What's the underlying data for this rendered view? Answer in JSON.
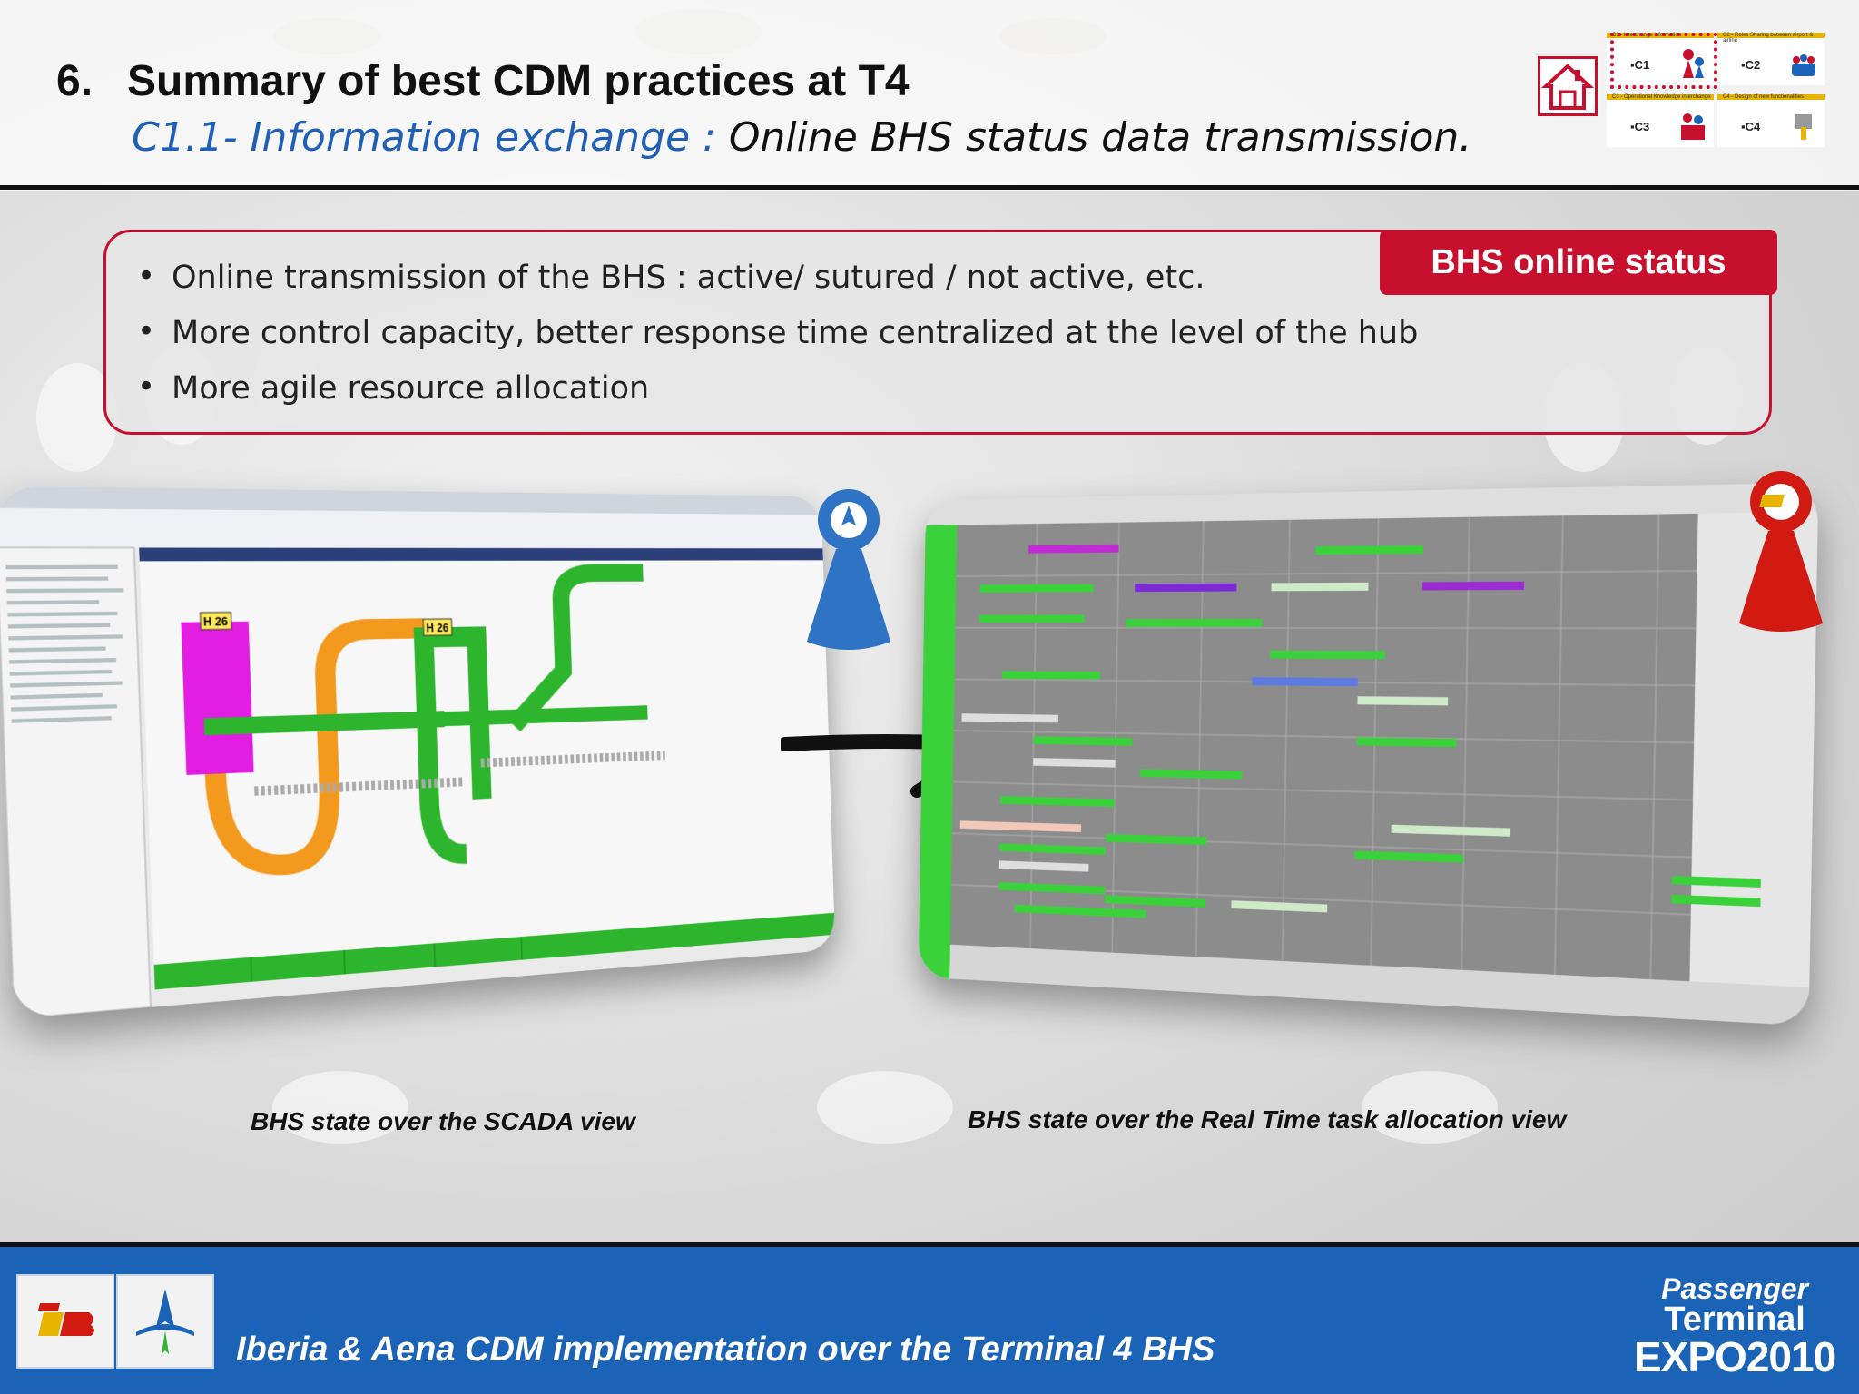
{
  "header": {
    "number": "6.",
    "title": "Summary of best CDM practices at T4",
    "subtitle_accent": "C1.1- Information exchange :",
    "subtitle_rest": " Online BHS status data transmission."
  },
  "nav": {
    "cells": [
      {
        "label": "▪C1",
        "caption": "C1 - Interchange information"
      },
      {
        "label": "▪C2",
        "caption": "C2 - Roles Sharing between airport & airline"
      },
      {
        "label": "▪C3",
        "caption": "C3 - Operational Knowledge interchange"
      },
      {
        "label": "▪C4",
        "caption": "C4 - Design of new functionalities"
      }
    ]
  },
  "info": {
    "bullets": [
      "Online transmission of the BHS :  active/ sutured / not active, etc.",
      "More control capacity, better response time centralized at the level of the hub",
      "More agile resource allocation"
    ],
    "tag": "BHS online status"
  },
  "screens": {
    "left_caption": "BHS state over the SCADA view",
    "right_caption": "BHS state over the Real Time task allocation view",
    "scada_labels": [
      "H 26",
      "H 26"
    ]
  },
  "footer": {
    "text": "Iberia & Aena CDM implementation over the Terminal 4 BHS",
    "expo_line1": "Passenger",
    "expo_line2": "Terminal",
    "expo_line3": "EXPO2010"
  },
  "colors": {
    "red": "#c8102e",
    "blue": "#1a63b6",
    "accent_blue": "#1f5fb8",
    "green": "#2db52d",
    "orange": "#f39a1e",
    "magenta": "#e21ee2"
  }
}
